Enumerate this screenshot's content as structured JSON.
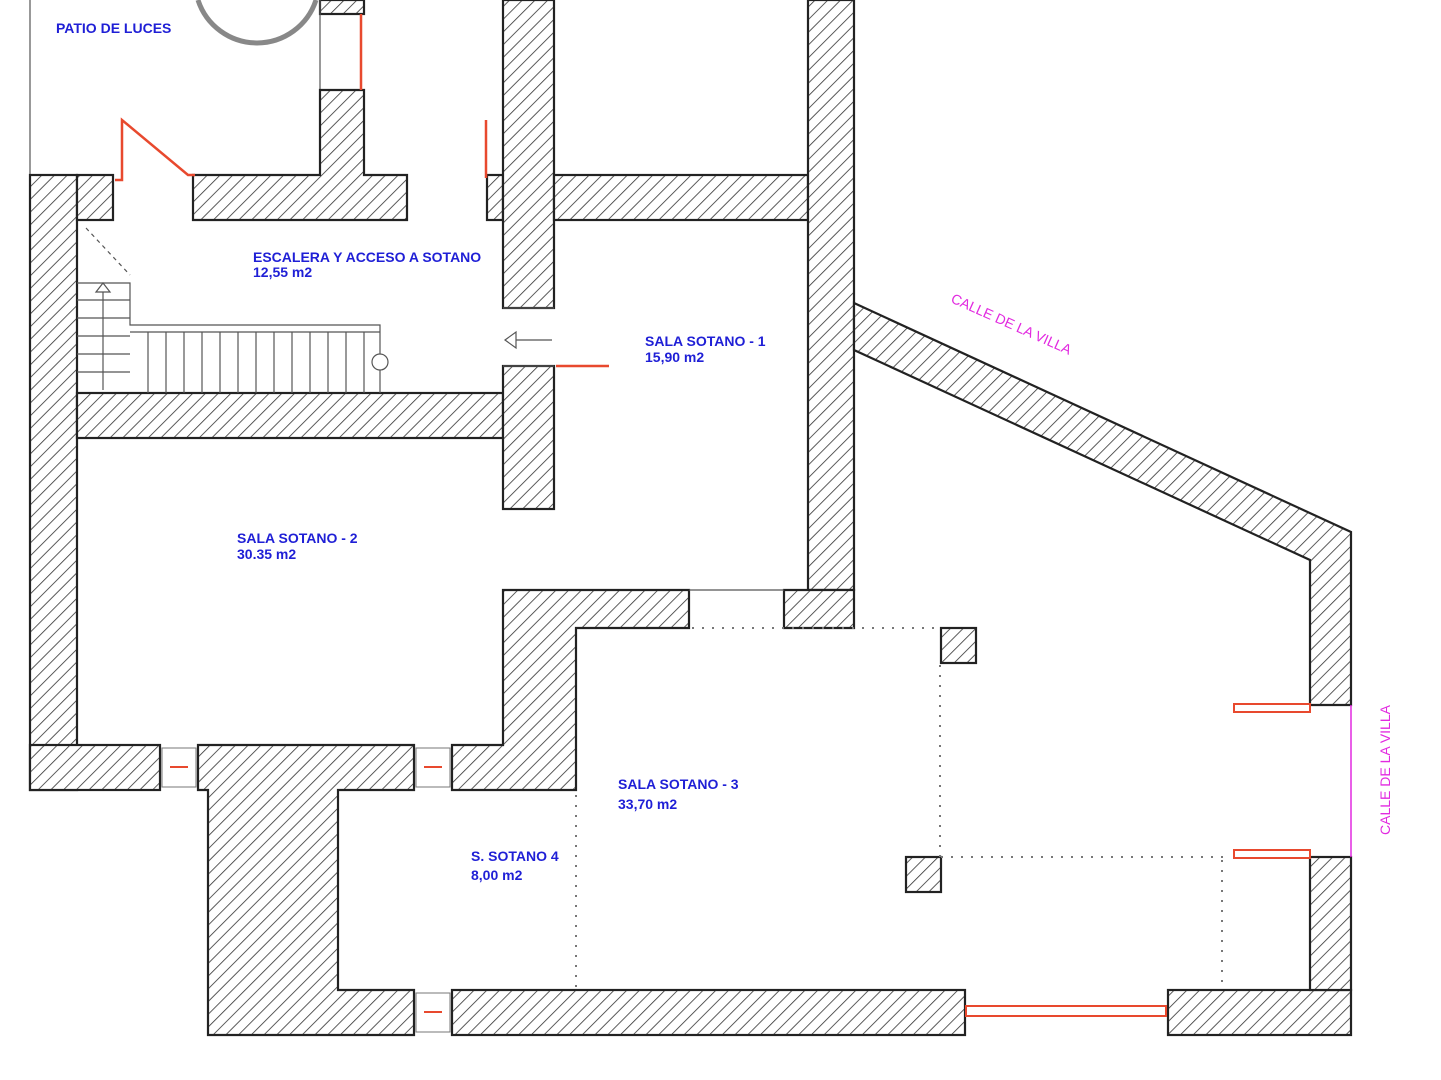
{
  "colors": {
    "label": "#1f1fd6",
    "street": "#e22ae0",
    "door": "#e8492e",
    "wall_line": "#222222"
  },
  "rooms": {
    "patio": {
      "name": "PATIO DE LUCES"
    },
    "escalera": {
      "name": "ESCALERA Y ACCESO A SOTANO",
      "area": "12,55 m2"
    },
    "sala1": {
      "name": "SALA SOTANO - 1",
      "area": "15,90 m2"
    },
    "sala2": {
      "name": "SALA SOTANO - 2",
      "area": "30.35 m2"
    },
    "sala3": {
      "name": "SALA SOTANO - 3",
      "area": "33,70 m2"
    },
    "sala4": {
      "name": "S. SOTANO 4",
      "area": "8,00  m2"
    }
  },
  "streets": {
    "diagonal": "CALLE DE LA VILLA",
    "vertical": "CALLE DE LA VILLA"
  }
}
